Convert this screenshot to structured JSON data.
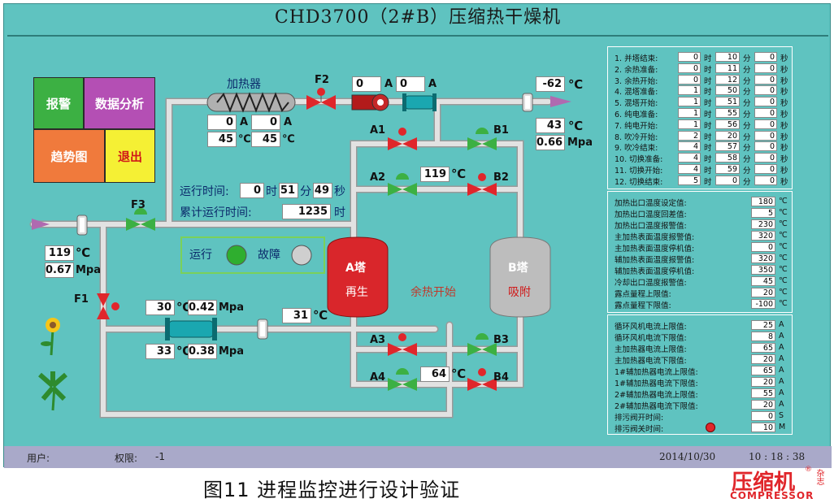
{
  "window": {
    "title": "CHD3700（2#B）压缩热干燥机"
  },
  "nav": {
    "alarm": "报警",
    "analysis": "数据分析",
    "trend": "趋势图",
    "exit": "退出"
  },
  "heater": {
    "label": "加热器",
    "a1": "0",
    "a2": "0",
    "t1": "45",
    "t2": "45",
    "unit_a": "A",
    "unit_c": "℃"
  },
  "blower": {
    "a1": "0",
    "a2": "0",
    "unit_a": "A"
  },
  "valves": {
    "F1": "F1",
    "F2": "F2",
    "F3": "F3",
    "A1": "A1",
    "A2": "A2",
    "A3": "A3",
    "A4": "A4",
    "B1": "B1",
    "B2": "B2",
    "B3": "B3",
    "B4": "B4"
  },
  "outlet": {
    "temp1": "-62",
    "temp2": "43",
    "pressure": "0.66",
    "unit_c": "℃",
    "unit_p": "Mpa"
  },
  "inlet": {
    "temp": "119",
    "pressure": "0.67",
    "unit_c": "℃",
    "unit_p": "Mpa"
  },
  "regen_temp": {
    "value": "119",
    "unit": "℃"
  },
  "cooler": {
    "t_in": "30",
    "p_in": "0.42",
    "t_out": "33",
    "p_out": "0.38",
    "unit_c": "℃",
    "unit_p": "Mpa"
  },
  "cooler_out": {
    "value": "31",
    "unit": "℃"
  },
  "bottom_temp": {
    "value": "64",
    "unit": "℃"
  },
  "runtime": {
    "label": "运行时间:",
    "h": "0",
    "h_unit": "时",
    "m": "51",
    "m_unit": "分",
    "s": "49",
    "s_unit": "秒",
    "total_label": "累计运行时间:",
    "total": "1235",
    "total_unit": "时"
  },
  "status_lamps": {
    "run_label": "运行",
    "fault_label": "故障",
    "run_color": "#2fae2f",
    "fault_color": "#cfcfcf"
  },
  "tower_a": {
    "name": "A塔",
    "state": "再生",
    "color": "#d9262b"
  },
  "tower_b": {
    "name": "B塔",
    "state": "吸附",
    "color": "#bdbdbd"
  },
  "process_state": "余热开始",
  "schedule": {
    "unit_h": "时",
    "unit_m": "分",
    "unit_s": "秒",
    "rows": [
      {
        "label": "1. 并塔结束:",
        "h": "0",
        "m": "10",
        "s": "0"
      },
      {
        "label": "2. 余热准备:",
        "h": "0",
        "m": "11",
        "s": "0"
      },
      {
        "label": "3. 余热开始:",
        "h": "0",
        "m": "12",
        "s": "0"
      },
      {
        "label": "4. 混塔准备:",
        "h": "1",
        "m": "50",
        "s": "0"
      },
      {
        "label": "5. 混塔开始:",
        "h": "1",
        "m": "51",
        "s": "0"
      },
      {
        "label": "6. 纯电准备:",
        "h": "1",
        "m": "55",
        "s": "0"
      },
      {
        "label": "7. 纯电开始:",
        "h": "1",
        "m": "56",
        "s": "0"
      },
      {
        "label": "8. 吹冷开始:",
        "h": "2",
        "m": "20",
        "s": "0"
      },
      {
        "label": "9. 吹冷结束:",
        "h": "4",
        "m": "57",
        "s": "0"
      },
      {
        "label": "10. 切换准备:",
        "h": "4",
        "m": "58",
        "s": "0"
      },
      {
        "label": "11. 切换开始:",
        "h": "4",
        "m": "59",
        "s": "0"
      },
      {
        "label": "12. 切换结束:",
        "h": "5",
        "m": "0",
        "s": "0"
      }
    ]
  },
  "setpoints": {
    "rows": [
      {
        "label": "加热出口温度设定值:",
        "value": "180",
        "unit": "℃"
      },
      {
        "label": "加热出口温度回差值:",
        "value": "5",
        "unit": "℃"
      },
      {
        "label": "加热出口温度报警值:",
        "value": "230",
        "unit": "℃"
      },
      {
        "label": "主加热表面温度报警值:",
        "value": "320",
        "unit": "℃"
      },
      {
        "label": "主加热表面温度停机值:",
        "value": "0",
        "unit": "℃"
      },
      {
        "label": "辅加热表面温度报警值:",
        "value": "320",
        "unit": "℃"
      },
      {
        "label": "辅加热表面温度停机值:",
        "value": "350",
        "unit": "℃"
      },
      {
        "label": "冷却出口温度报警值:",
        "value": "45",
        "unit": "℃"
      },
      {
        "label": "露点量程上限值:",
        "value": "20",
        "unit": "℃"
      },
      {
        "label": "露点量程下限值:",
        "value": "-100",
        "unit": "℃"
      }
    ]
  },
  "limits": {
    "rows": [
      {
        "label": "循环风机电流上限值:",
        "value": "25",
        "unit": "A"
      },
      {
        "label": "循环风机电流下限值:",
        "value": "8",
        "unit": "A"
      },
      {
        "label": "主加热器电流上限值:",
        "value": "65",
        "unit": "A"
      },
      {
        "label": "主加热器电流下限值:",
        "value": "20",
        "unit": "A"
      },
      {
        "label": "1#辅加热器电流上限值:",
        "value": "65",
        "unit": "A"
      },
      {
        "label": "1#辅加热器电流下限值:",
        "value": "20",
        "unit": "A"
      },
      {
        "label": "2#辅加热器电流上限值:",
        "value": "55",
        "unit": "A"
      },
      {
        "label": "2#辅加热器电流下限值:",
        "value": "20",
        "unit": "A"
      },
      {
        "label": "排污阀开时间:",
        "value": "0",
        "unit": "S"
      },
      {
        "label": "排污阀关时间:",
        "value": "10",
        "unit": "M"
      }
    ]
  },
  "statusbar": {
    "user_label": "用户:",
    "perm_label": "权限:",
    "perm_value": "-1",
    "date": "2014/10/30",
    "time": "10 : 18 : 38"
  },
  "caption": "图11 进程监控进行设计验证",
  "brand": {
    "cn": "压缩机",
    "sub": "杂志",
    "en": "COMPRESSOR",
    "reg": "®"
  },
  "colors": {
    "bg": "#5fc3c0",
    "pipe": "#d8d8d8",
    "valve_open": "#3cb043",
    "valve_closed": "#e0262b",
    "brand": "#e0262b"
  }
}
